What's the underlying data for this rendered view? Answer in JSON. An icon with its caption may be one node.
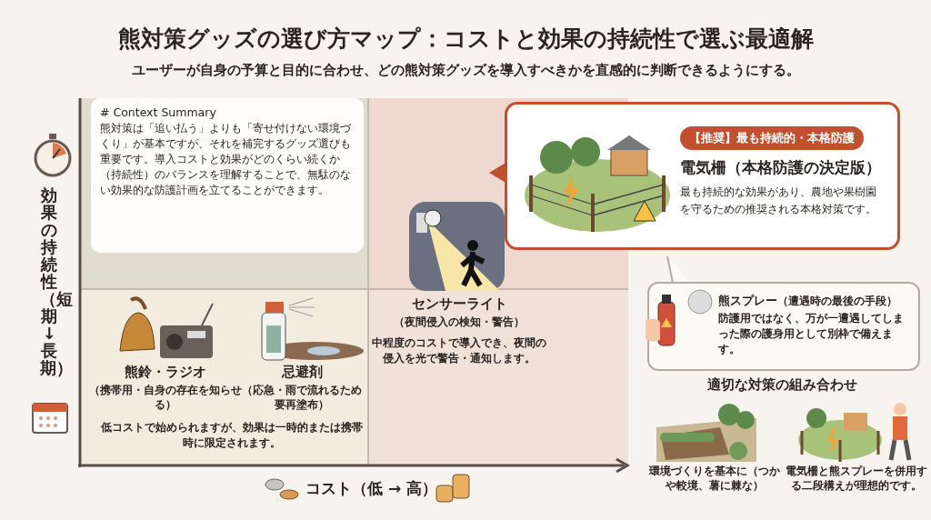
{
  "diagram": {
    "title": "熊対策グッズの選び方マップ：コストと効果の持続性で選ぶ最適解",
    "caption": "ユーザーが自身の予算と目的に合わせ、どの熊対策グッズを導入すべきかを直感的に判断できるようにする。",
    "nodes": [
      {
        "text": [
          "# Context Summary",
          "熊対策は「追い払う」よりも「寄せ付けない環境づくり」が基本ですが、それを補完するグッズ選びも重要です。導入コストと効果がどのくらい続くか（持続性）のバランスを理解することで、無駄のない効果的な防護計画を立てることができます。"
        ]
      },
      {
        "text": [
          "【推奨】最も持続的・本格防護",
          "電気柵（本格防護の決定版）",
          "最も持続的な効果があり、農地や果樹園を守るための推奨される本格対策です。"
        ]
      },
      {
        "text": [
          "センサーライト",
          "（夜間侵入の検知・警告）",
          "中程度のコストで導入でき、夜間の侵入を光で警告・通知します。"
        ]
      },
      {
        "text": [
          "熊鈴・ラジオ",
          "（携帯用・自身の存在を知らせる）"
        ]
      },
      {
        "text": [
          "忌避剤",
          "（応急・雨で流れるため要再塗布）"
        ]
      },
      {
        "text": [
          "熊スプレー",
          "（遭遇時の最後の手段）",
          "防護用ではなく、万が一遭遇してしまった際の護身用として別枠で備えます。"
        ]
      },
      {
        "text": [
          "環境づくりを基本に（つかや較境、薯に棘な）"
        ]
      },
      {
        "text": [
          "電気柵と熊スプレーを併用する二段構えが理想的です。"
        ]
      }
    ],
    "labels": [
      "効果の持続性（短期↓長期）",
      "低コストで始められますが、効果は一時的または携帯時に限定されます。",
      "コスト（低 → 高）",
      "適切な対策の組み合わせ"
    ]
  }
}
